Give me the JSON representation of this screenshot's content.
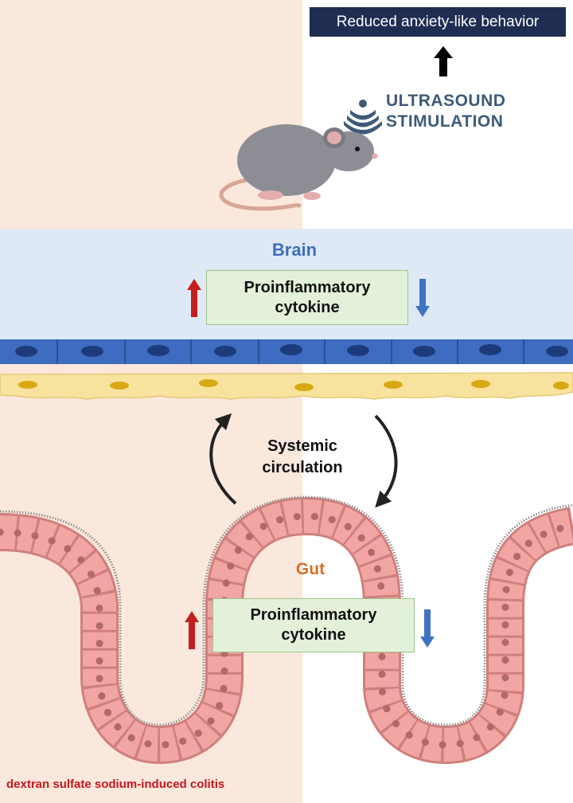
{
  "outcome_label": "Reduced anxiety-like behavior",
  "stimulus_label_line1": "ULTRASOUND",
  "stimulus_label_line2": "STIMULATION",
  "brain_label": "Brain",
  "brain_cytokine_line1": "Proinflammatory",
  "brain_cytokine_line2": "cytokine",
  "circulation_line1": "Systemic",
  "circulation_line2": "circulation",
  "gut_label": "Gut",
  "gut_cytokine_line1": "Proinflammatory",
  "gut_cytokine_line2": "cytokine",
  "condition_label": "dextran sulfate sodium-induced colitis",
  "colors": {
    "condition_panel": "#fbe8dd",
    "brain_band": "#dfe9f6",
    "increase_arrow": "#c41e1e",
    "decrease_arrow": "#3f74c4",
    "outcome_box": "#1f2d52",
    "cytokine_box": "#e3f1db",
    "endothelial_cell": "#3d6cc0",
    "glial_cell": "#f8e39e",
    "gut_cell": "#f2a6a4"
  },
  "icons": [
    "up-arrow-icon",
    "ultrasound-waves-icon",
    "mouse-icon"
  ]
}
